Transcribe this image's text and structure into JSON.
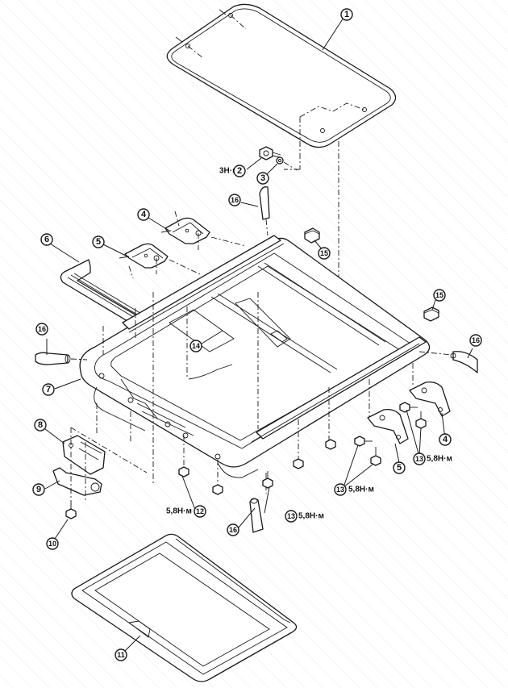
{
  "diagram": {
    "type": "exploded-parts-view",
    "subject": "sunroof assembly",
    "background": "#ffffff",
    "hatch_color": "#e6e6e6",
    "line_color": "#1a1a1a"
  },
  "callouts": [
    {
      "id": "c1",
      "number": "1",
      "part": "glass-panel"
    },
    {
      "id": "c2",
      "number": "2",
      "part": "nut",
      "torque": "3Н·м"
    },
    {
      "id": "c3",
      "number": "3",
      "part": "washer"
    },
    {
      "id": "c4a",
      "number": "4",
      "part": "bracket-rear"
    },
    {
      "id": "c5a",
      "number": "5",
      "part": "bracket-front"
    },
    {
      "id": "c6",
      "number": "6",
      "part": "wind-deflector-seal"
    },
    {
      "id": "c7",
      "number": "7",
      "part": "sunroof-frame"
    },
    {
      "id": "c8",
      "number": "8",
      "part": "motor-bracket"
    },
    {
      "id": "c9",
      "number": "9",
      "part": "drive-motor"
    },
    {
      "id": "c10",
      "number": "10",
      "part": "motor-bolt"
    },
    {
      "id": "c11",
      "number": "11",
      "part": "sunshade"
    },
    {
      "id": "c12",
      "number": "12",
      "part": "frame-nut",
      "torque": "5,8Н·м"
    },
    {
      "id": "c13a",
      "number": "13",
      "part": "bolt-front",
      "torque": "5,8Н·м"
    },
    {
      "id": "c13b",
      "number": "13",
      "part": "bolt-bracket-right",
      "torque": "5,8Н·м"
    },
    {
      "id": "c13c",
      "number": "13",
      "part": "bolt-bracket-left",
      "torque": "5,8Н·м"
    },
    {
      "id": "c14",
      "number": "14",
      "part": "drain-channel"
    },
    {
      "id": "c15a",
      "number": "15",
      "part": "cap-upper"
    },
    {
      "id": "c15b",
      "number": "15",
      "part": "cap-right"
    },
    {
      "id": "c16a",
      "number": "16",
      "part": "drain-hose-top"
    },
    {
      "id": "c16b",
      "number": "16",
      "part": "drain-hose-left"
    },
    {
      "id": "c16c",
      "number": "16",
      "part": "drain-hose-right"
    },
    {
      "id": "c16d",
      "number": "16",
      "part": "drain-hose-bottom"
    },
    {
      "id": "c4b",
      "number": "4",
      "part": "bracket-right-rear"
    },
    {
      "id": "c5b",
      "number": "5",
      "part": "bracket-right-front"
    }
  ],
  "torque_labels": {
    "nut_2": "3Н·м",
    "nut_12": "5,8Н·м",
    "bolt_13_bottom": "5,8Н·м",
    "bolt_13_right": "5,8Н·м",
    "bolt_13_mid": "5,8Н·м"
  }
}
